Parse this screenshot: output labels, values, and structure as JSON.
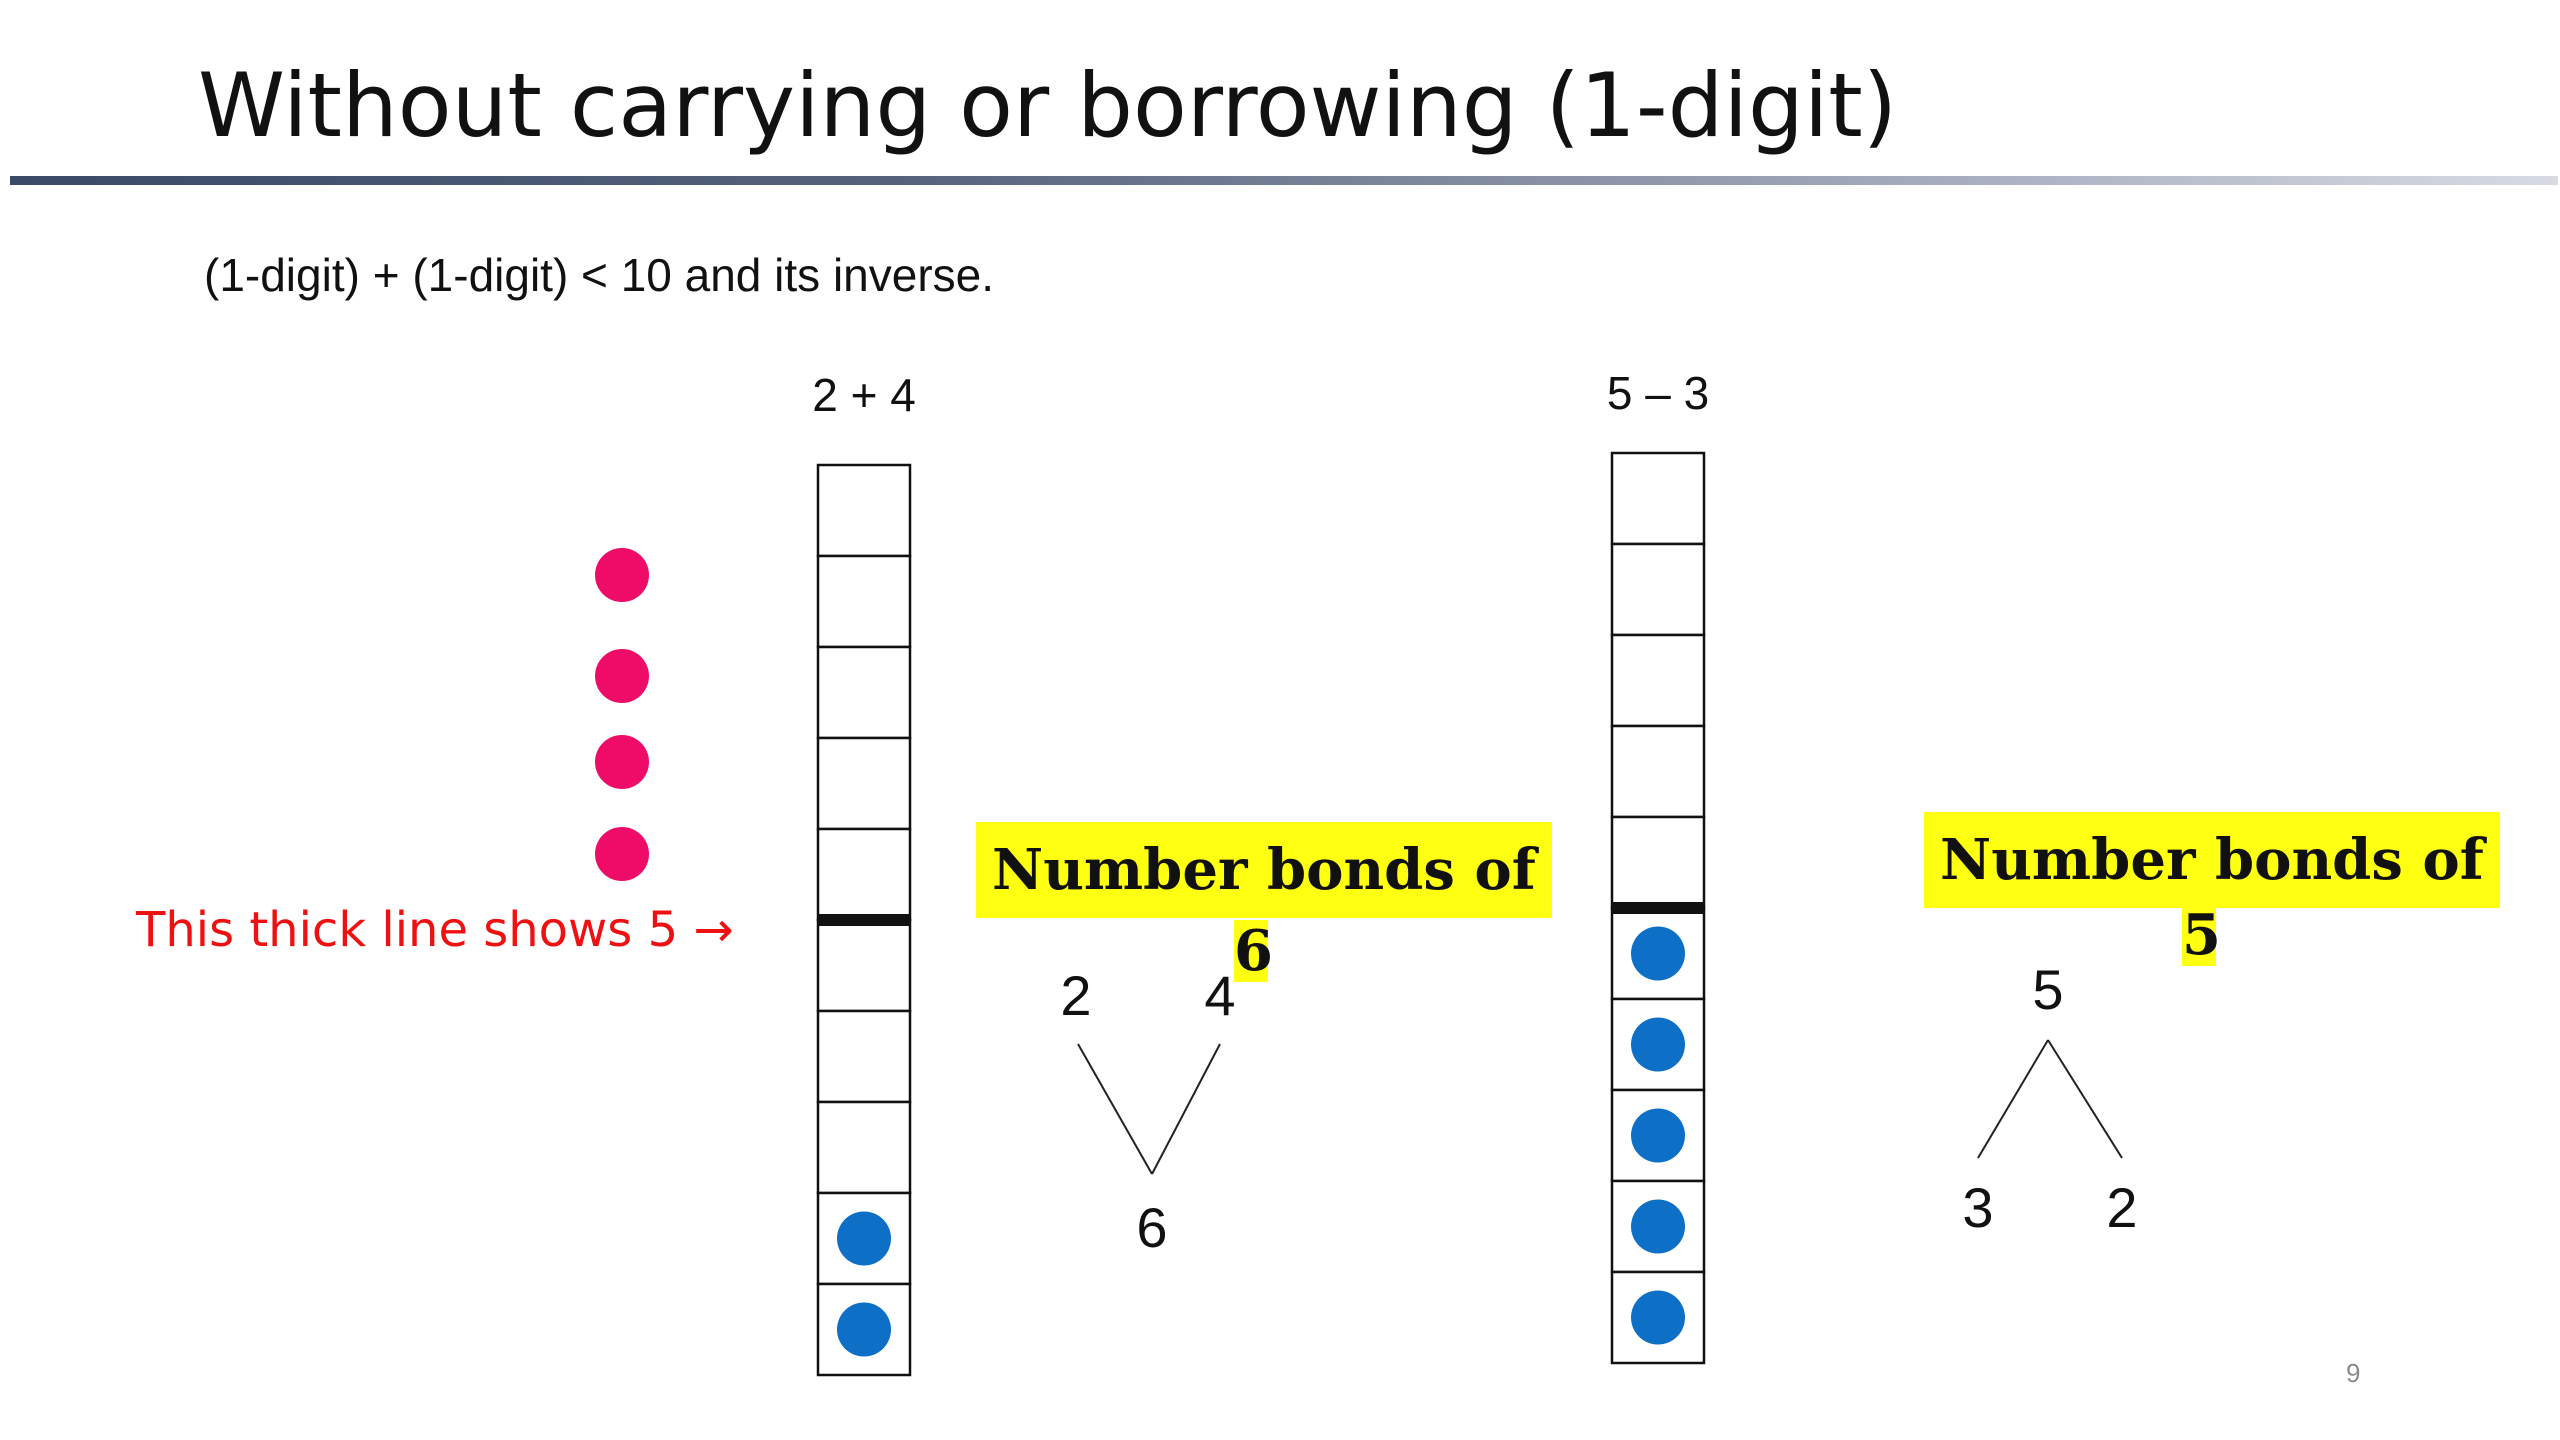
{
  "slide": {
    "title": "Without carrying or borrowing (1-digit)",
    "subtitle": "(1-digit) + (1-digit) < 10 and its inverse.",
    "page_number": "9"
  },
  "colors": {
    "counter_blue": "#0d6fc6",
    "counter_pink": "#ee0c68",
    "highlight_yellow": "#ffff11",
    "annotation_red": "#ee1111"
  },
  "addition": {
    "expression": "2 + 4",
    "frame_cells": 10,
    "filled_from_bottom": 2,
    "loose_counters": 4,
    "annotation": "This thick line shows 5 →",
    "bond": {
      "label": "Number bonds of",
      "whole": "6",
      "part_left": "2",
      "part_right": "4"
    }
  },
  "subtraction": {
    "expression": "5 – 3",
    "frame_cells": 10,
    "filled_from_bottom": 5,
    "bond": {
      "label": "Number bonds of",
      "whole": "5",
      "part_left": "3",
      "part_right": "2"
    }
  }
}
